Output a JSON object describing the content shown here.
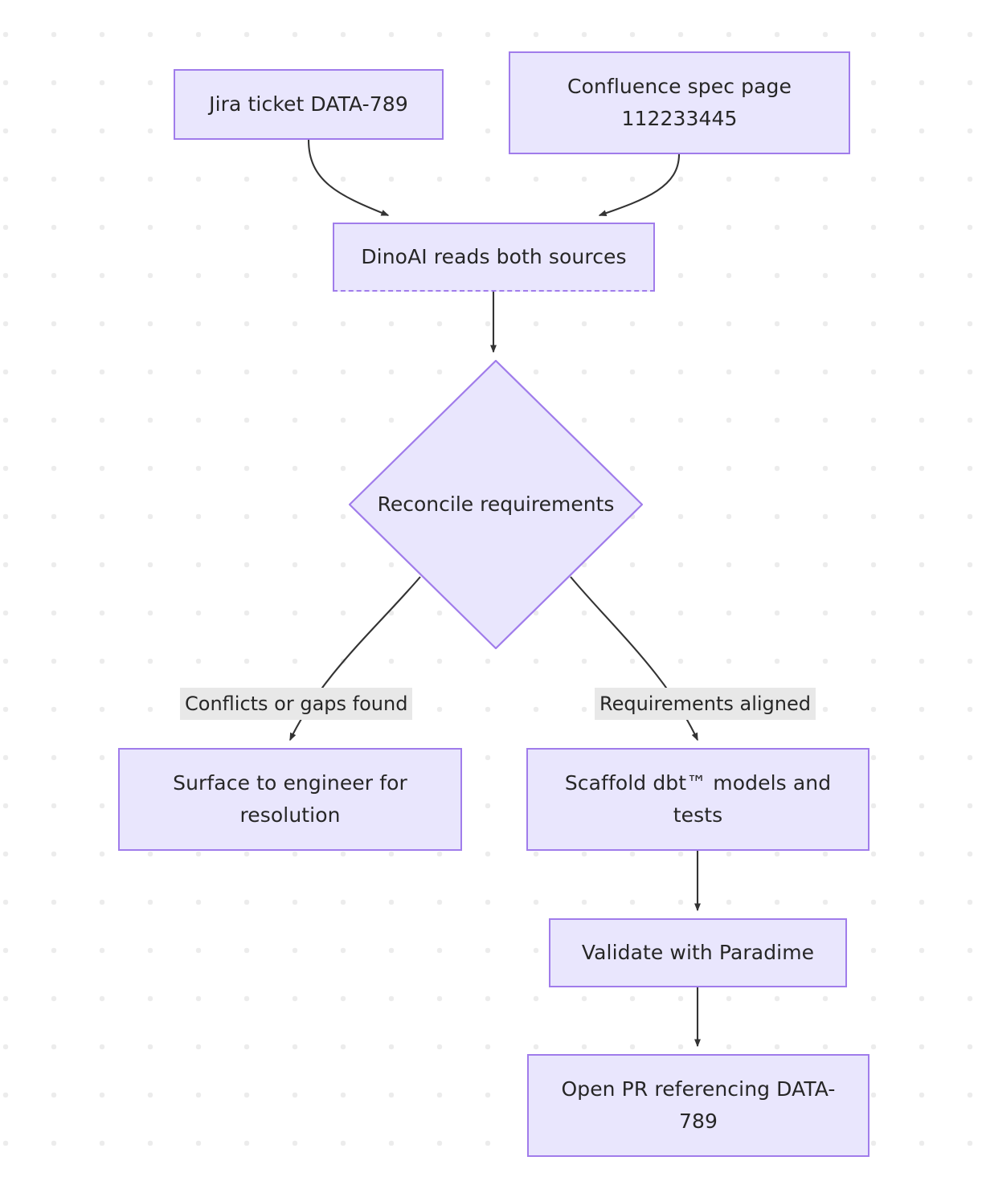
{
  "diagram": {
    "type": "flowchart",
    "direction": "top-down",
    "theme": {
      "node_fill": "#e9e6fd",
      "node_border": "#a07ceb",
      "text_color": "#262626",
      "edge_color": "#333333",
      "edge_label_background": "#e8e8e8",
      "canvas_background": "#ffffff",
      "dot_grid_color": "#ececec"
    },
    "nodes": [
      {
        "id": "jira",
        "label": "Jira ticket DATA-789",
        "shape": "rect"
      },
      {
        "id": "confluence",
        "label": "Confluence spec page\n112233445",
        "shape": "rect"
      },
      {
        "id": "dinoai",
        "label": "DinoAI reads both sources",
        "shape": "rect"
      },
      {
        "id": "decision",
        "label": "Reconcile requirements",
        "shape": "diamond"
      },
      {
        "id": "surface",
        "label": "Surface to engineer for\nresolution",
        "shape": "rect"
      },
      {
        "id": "scaffold",
        "label": "Scaffold dbt™ models and\ntests",
        "shape": "rect"
      },
      {
        "id": "validate",
        "label": "Validate with Paradime",
        "shape": "rect"
      },
      {
        "id": "openpr",
        "label": "Open PR referencing DATA-\n789",
        "shape": "rect"
      }
    ],
    "edges": [
      {
        "from": "jira",
        "to": "dinoai",
        "label": ""
      },
      {
        "from": "confluence",
        "to": "dinoai",
        "label": ""
      },
      {
        "from": "dinoai",
        "to": "decision",
        "label": ""
      },
      {
        "from": "decision",
        "to": "surface",
        "label": "Conflicts or gaps found"
      },
      {
        "from": "decision",
        "to": "scaffold",
        "label": "Requirements aligned"
      },
      {
        "from": "scaffold",
        "to": "validate",
        "label": ""
      },
      {
        "from": "validate",
        "to": "openpr",
        "label": ""
      }
    ],
    "edge_labels": {
      "left": "Conflicts or gaps found",
      "right": "Requirements aligned"
    }
  }
}
